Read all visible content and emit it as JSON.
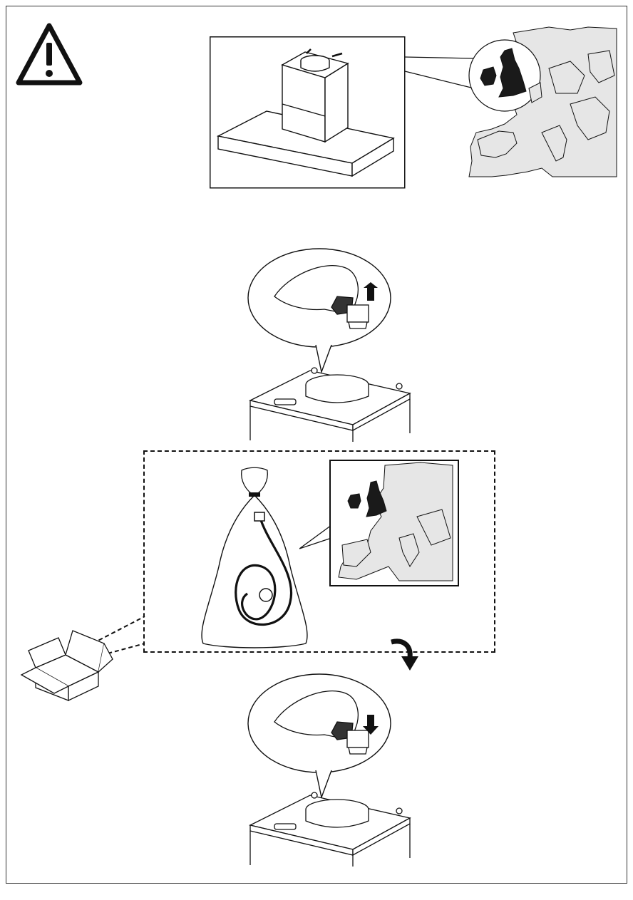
{
  "document": {
    "type": "installation-instructions-page",
    "text_content": []
  },
  "illustrations": {
    "warning": {
      "icon": "warning-triangle-icon"
    },
    "hood_overview": {
      "icon": "island-hood-icon"
    },
    "uk_map_callout": {
      "icon": "europe-map-uk-highlighted-icon"
    },
    "remove_plug_step": {
      "icon": "hand-remove-plug-icon",
      "arrow": "up"
    },
    "cable_bag": {
      "icon": "bagged-power-cable-uk-plug-icon"
    },
    "uk_map_inset": {
      "icon": "europe-map-uk-highlighted-icon"
    },
    "accessory_box": {
      "icon": "open-box-icon"
    },
    "curved_arrow": {
      "icon": "curved-arrow-down-icon"
    },
    "insert_plug_step": {
      "icon": "hand-insert-plug-icon",
      "arrow": "down"
    }
  },
  "colors": {
    "line": "#111111",
    "map_fill": "#e6e6e6",
    "uk_fill": "#1a1a1a",
    "arrow_fill": "#111111"
  }
}
